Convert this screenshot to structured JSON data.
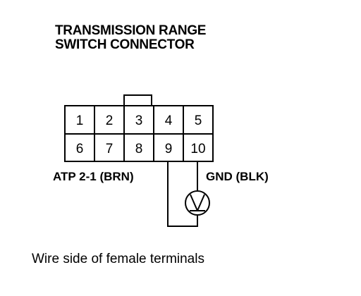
{
  "title": {
    "line1": "TRANSMISSION RANGE",
    "line2": "SWITCH CONNECTOR"
  },
  "connector": {
    "top_row": [
      "1",
      "2",
      "3",
      "4",
      "5"
    ],
    "bottom_row": [
      "6",
      "7",
      "8",
      "9",
      "10"
    ]
  },
  "labels": {
    "left_wire": "ATP 2-1 (BRN)",
    "right_wire": "GND (BLK)"
  },
  "test_light_icon": "test-lamp-symbol",
  "caption": "Wire side of female terminals"
}
